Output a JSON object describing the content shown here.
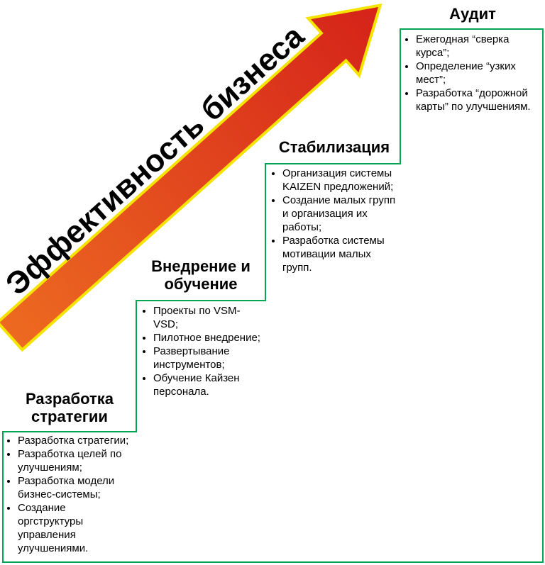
{
  "arrow": {
    "label": "Эффективность бизнеса"
  },
  "colors": {
    "step_line": "#00A651",
    "arrow_outline": "#F5E300",
    "arrow_gradient_start": "#ED6A21",
    "arrow_gradient_end": "#D5221A"
  },
  "stages": [
    {
      "title": "Разработка стратегии",
      "items": [
        "Разработка стратегии;",
        "Разработка целей по улучшениям;",
        "Разработка модели бизнес-системы;",
        "Создание оргструктуры управления улучшениями."
      ]
    },
    {
      "title": "Внедрение и обучение",
      "items": [
        "Проекты по VSM-VSD;",
        "Пилотное внедрение;",
        "Развертывание инструментов;",
        "Обучение Кайзен персонала."
      ]
    },
    {
      "title": "Стабилизация",
      "items": [
        "Организация системы KAIZEN предложений;",
        "Создание малых групп и организация их работы;",
        "Разработка системы мотивации малых групп."
      ]
    },
    {
      "title": "Аудит",
      "items": [
        "Ежегодная “сверка курса”;",
        "Определение “узких мест”;",
        "Разработка “дорожной карты” по улучшениям."
      ]
    }
  ]
}
